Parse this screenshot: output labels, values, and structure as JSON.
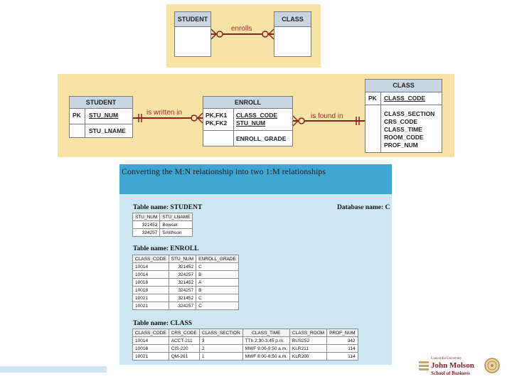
{
  "top_diagram": {
    "entity_left": "STUDENT",
    "entity_right": "CLASS",
    "relationship": "enrolls"
  },
  "middle_diagram": {
    "student": {
      "title": "STUDENT",
      "pk_label": "PK",
      "pk_attr": "STU_NUM",
      "attr": "STU_LNAME"
    },
    "enroll": {
      "title": "ENROLL",
      "keys_label_1": "PK,FK1",
      "keys_label_2": "PK,FK2",
      "key_attr_1": "CLASS_CODE",
      "key_attr_2": "STU_NUM",
      "attr": "ENROLL_GRADE"
    },
    "class": {
      "title": "CLASS",
      "pk_label": "PK",
      "pk_attr": "CLASS_CODE",
      "attrs": [
        "CLASS_SECTION",
        "CRS_CODE",
        "CLASS_TIME",
        "ROOM_CODE",
        "PROF_NUM"
      ]
    },
    "rel_left": "is written in",
    "rel_right": "is found in"
  },
  "screenshot": {
    "title": "Converting the M:N relationship into two 1:M relationships",
    "db_name": "Database name: C",
    "student_table": {
      "label": "Table name: STUDENT",
      "columns": [
        "STU_NUM",
        "STU_LNAME"
      ],
      "rows": [
        [
          "321452",
          "Bowser"
        ],
        [
          "324257",
          "Smithson"
        ]
      ]
    },
    "enroll_table": {
      "label": "Table name: ENROLL",
      "columns": [
        "CLASS_CODE",
        "STU_NUM",
        "ENROLL_GRADE"
      ],
      "rows": [
        [
          "10014",
          "321452",
          "C"
        ],
        [
          "10014",
          "324257",
          "B"
        ],
        [
          "10018",
          "321452",
          "A"
        ],
        [
          "10018",
          "324257",
          "B"
        ],
        [
          "10021",
          "321452",
          "C"
        ],
        [
          "10021",
          "324257",
          "C"
        ]
      ]
    },
    "class_table": {
      "label": "Table name: CLASS",
      "columns": [
        "CLASS_CODE",
        "CRS_CODE",
        "CLASS_SECTION",
        "CLASS_TIME",
        "CLASS_ROOM",
        "PROF_NUM"
      ],
      "rows": [
        [
          "10014",
          "ACCT-211",
          "3",
          "TTh 2:30-3:45 p.m.",
          "BUS252",
          "342"
        ],
        [
          "10018",
          "CIS-220",
          "2",
          "MWF 9:00-9:50 a.m.",
          "KLR211",
          "114"
        ],
        [
          "10021",
          "QM-261",
          "1",
          "MWF 8:00-8:50 a.m.",
          "KLR200",
          "114"
        ]
      ]
    }
  },
  "logo": {
    "line1": "Concordia University",
    "line2": "John Molson",
    "line3": "School of Business"
  },
  "colors": {
    "panel": "#f7e3a6",
    "header_blue": "#40a7d5",
    "relationship_red": "#8a2020"
  }
}
